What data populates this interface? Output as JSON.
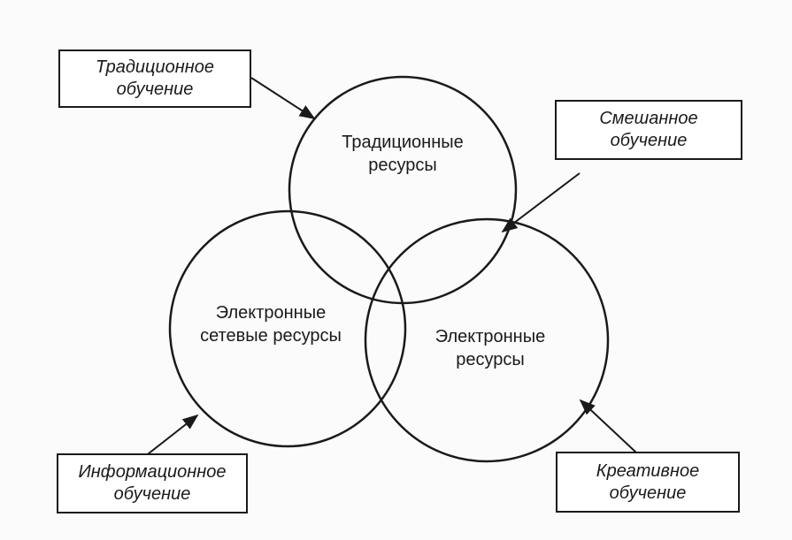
{
  "boxes": {
    "traditional_learning": [
      "Традиционное",
      "обучение"
    ],
    "blended_learning": [
      "Смешанное",
      "обучение"
    ],
    "information_learning": [
      "Информационное",
      "обучение"
    ],
    "creative_learning": [
      "Креативное",
      "обучение"
    ]
  },
  "circles": {
    "traditional_resources": [
      "Традиционные",
      "ресурсы"
    ],
    "electronic_network_resources": [
      "Электронные",
      "сетевые ресурсы"
    ],
    "electronic_resources": [
      "Электронные",
      "ресурсы"
    ]
  },
  "colors": {
    "stroke": "#1a1a1a",
    "background": "#fbfbfb"
  }
}
